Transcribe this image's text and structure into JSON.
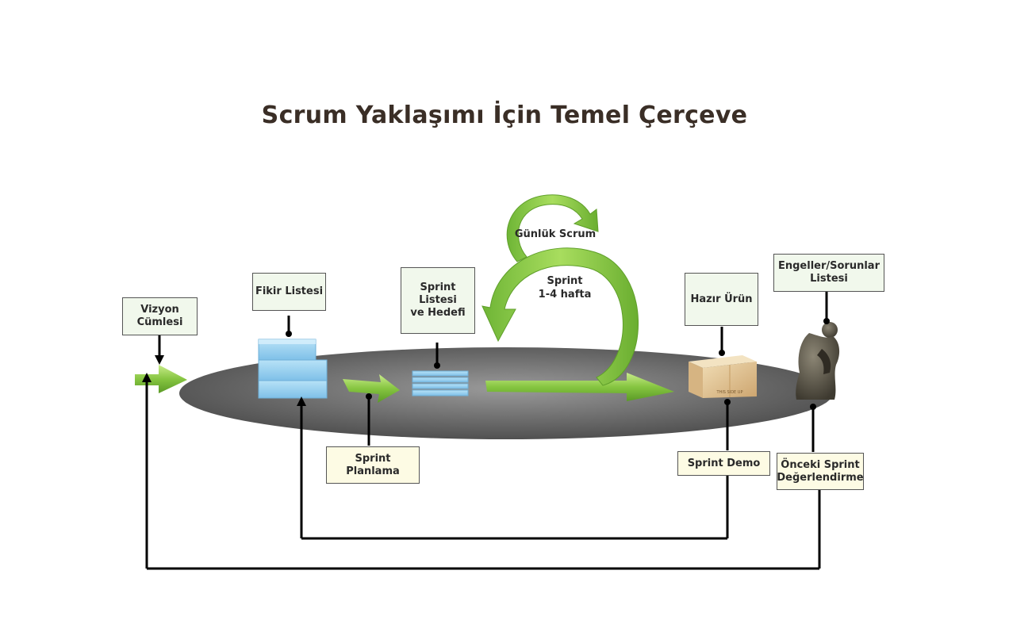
{
  "title": "Scrum Yaklaşımı İçin Temel Çerçeve",
  "labels": {
    "vision": "Vizyon\nCümlesi",
    "backlog": "Fikir Listesi",
    "sprint_backlog": "Sprint Listesi\nve Hedefi",
    "daily_scrum": "Günlük Scrum",
    "sprint": "Sprint\n1-4 hafta",
    "done_product": "Hazır Ürün",
    "impediments": "Engeller/Sorunlar\nListesi",
    "sprint_planning": "Sprint Planlama",
    "sprint_demo": "Sprint Demo",
    "retrospective": "Önceki Sprint\nDeğerlendirme",
    "box_stamp": "THIS SIDE UP"
  },
  "colors": {
    "green_arrow": "#7cc23a",
    "platform": "#6e6e6e",
    "stack_blue": "#9fd3f0",
    "box_tan": "#e3c89a",
    "connector": "#000000"
  },
  "icons": [
    "vision-arrow-icon",
    "backlog-stack-icon",
    "planning-arrow-icon",
    "sprint-backlog-stack-icon",
    "sprint-loop-arrow-icon",
    "product-box-icon",
    "thinker-statue-icon"
  ]
}
